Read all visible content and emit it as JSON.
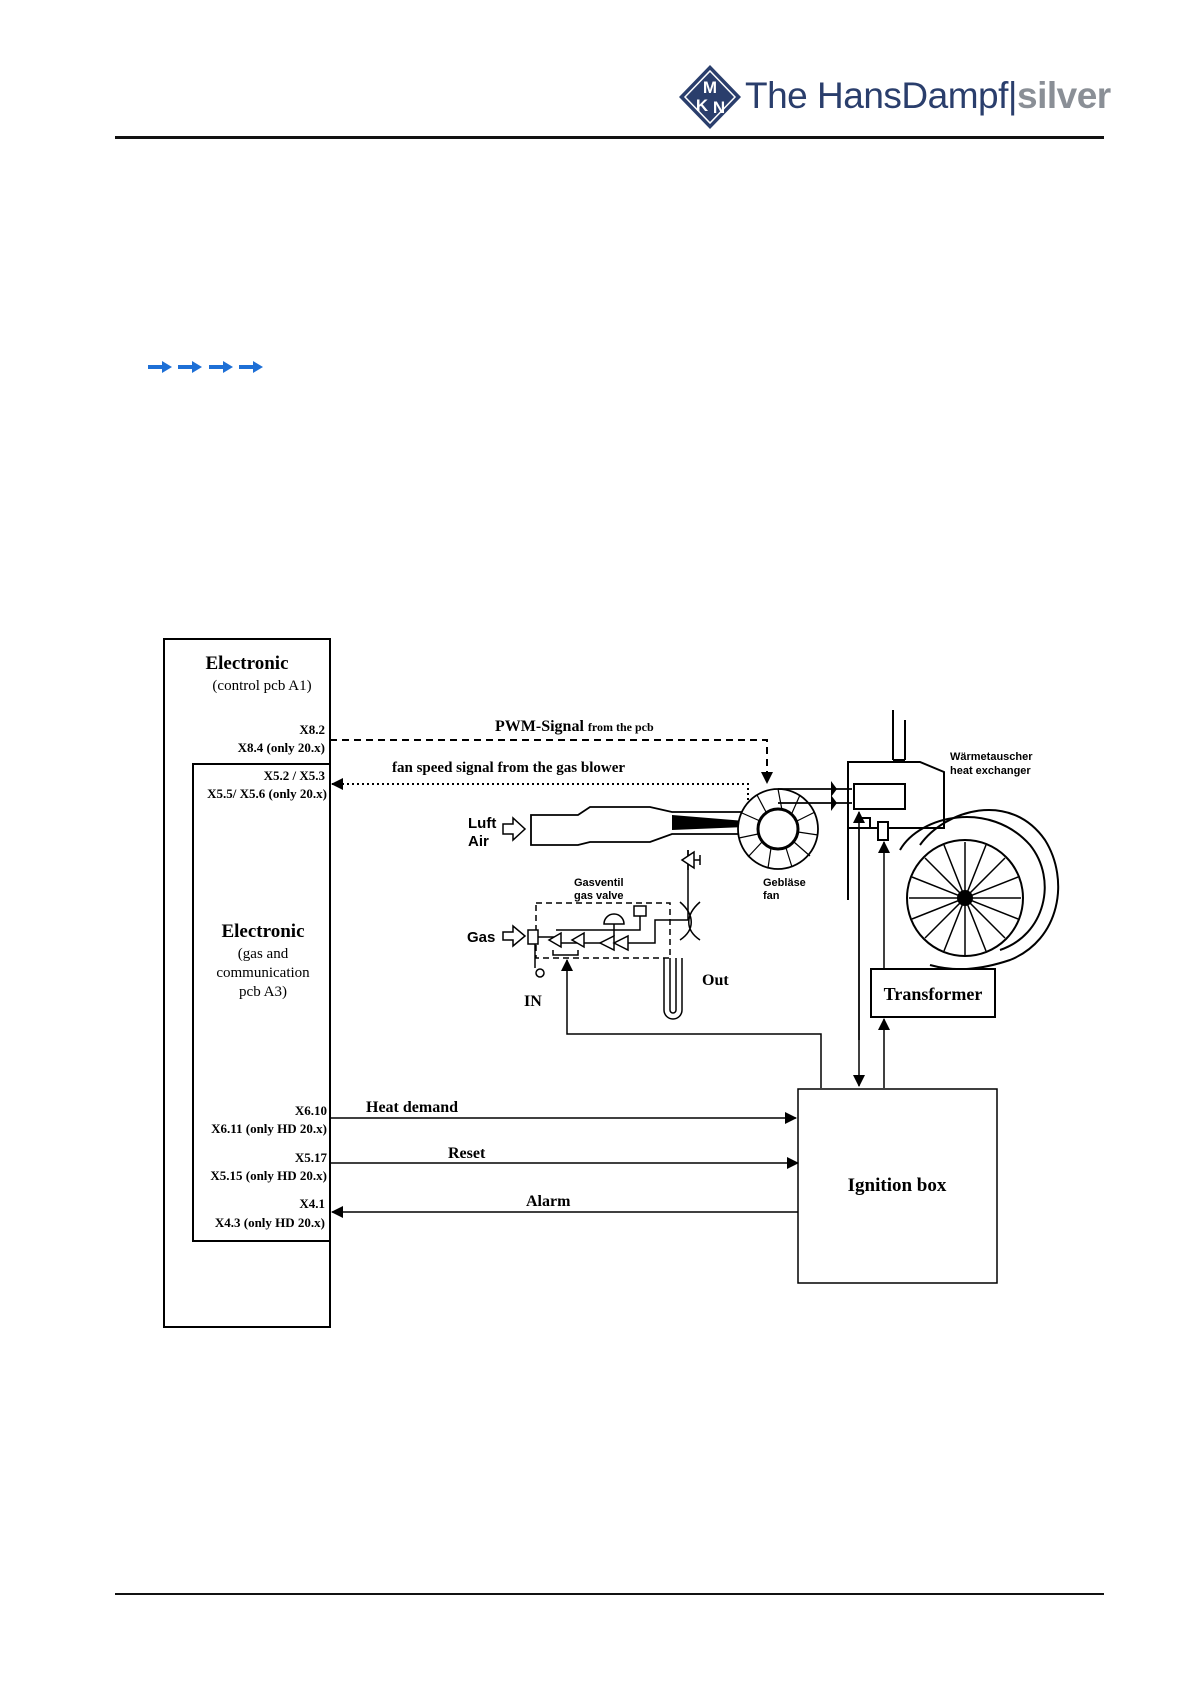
{
  "header": {
    "brand_prefix": "The HansDampf",
    "brand_separator": "|",
    "brand_suffix": "silver",
    "logo_letters": [
      "M",
      "K",
      "N"
    ]
  },
  "bullets_count": 4,
  "diagram": {
    "control_pcb_title": "Electronic",
    "control_pcb_sub": "(control pcb A1)",
    "gas_pcb_title": "Electronic",
    "gas_pcb_sub_1": "(gas and",
    "gas_pcb_sub_2": "communication",
    "gas_pcb_sub_3": "pcb A3)",
    "x82": "X8.2",
    "x84": "X8.4 (only 20.x)",
    "x52": "X5.2 / X5.3",
    "x55": "X5.5/ X5.6 (only 20.x)",
    "x610": "X6.10",
    "x611": "X6.11 (only HD 20.x)",
    "x517": "X5.17",
    "x515": "X5.15 (only HD 20.x)",
    "x41": "X4.1",
    "x43": "X4.3 (only HD 20.x)",
    "pwm_main": "PWM-Signal",
    "pwm_small": "from the pcb",
    "fan_speed": "fan speed signal from the gas blower",
    "luft": "Luft",
    "air": "Air",
    "gas": "Gas",
    "gasventil": "Gasventil",
    "gas_valve": "gas valve",
    "geblase": "Gebläse",
    "fan": "fan",
    "warme": "Wärmetauscher",
    "heat_exchanger": "heat exchanger",
    "out": "Out",
    "in": "IN",
    "transformer": "Transformer",
    "heat_demand": "Heat demand",
    "reset": "Reset",
    "alarm": "Alarm",
    "ignition_box": "Ignition box"
  },
  "colors": {
    "brand_blue": "#2a3e6c",
    "brand_grey": "#8a8f96",
    "bullet_blue": "#1d6fd6"
  }
}
